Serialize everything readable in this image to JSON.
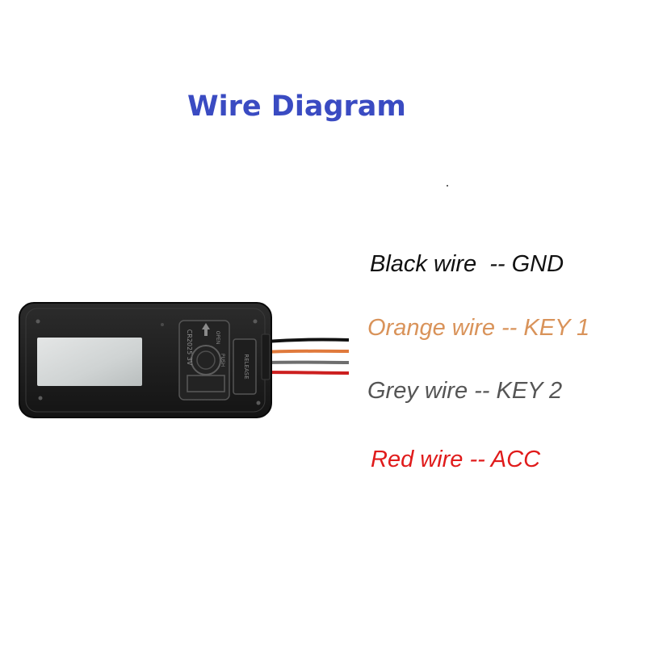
{
  "title": {
    "text": "Wire Diagram",
    "color": "#3a4bc2"
  },
  "device": {
    "battery_label": "CR2025 3V",
    "open_label": "OPEN",
    "push_label": "PUSH",
    "release_label": "RELEASE"
  },
  "wires": [
    {
      "label": "Black wire  -- GND",
      "color": "#111111",
      "text_color": "#111111"
    },
    {
      "label": "Orange wire -- KEY 1",
      "color": "#e07a3c",
      "text_color": "#d9935a"
    },
    {
      "label": "Grey wire -- KEY 2",
      "color": "#6e6e6e",
      "text_color": "#555555"
    },
    {
      "label": "Red wire -- ACC",
      "color": "#cc1f1f",
      "text_color": "#e01b1b"
    }
  ]
}
